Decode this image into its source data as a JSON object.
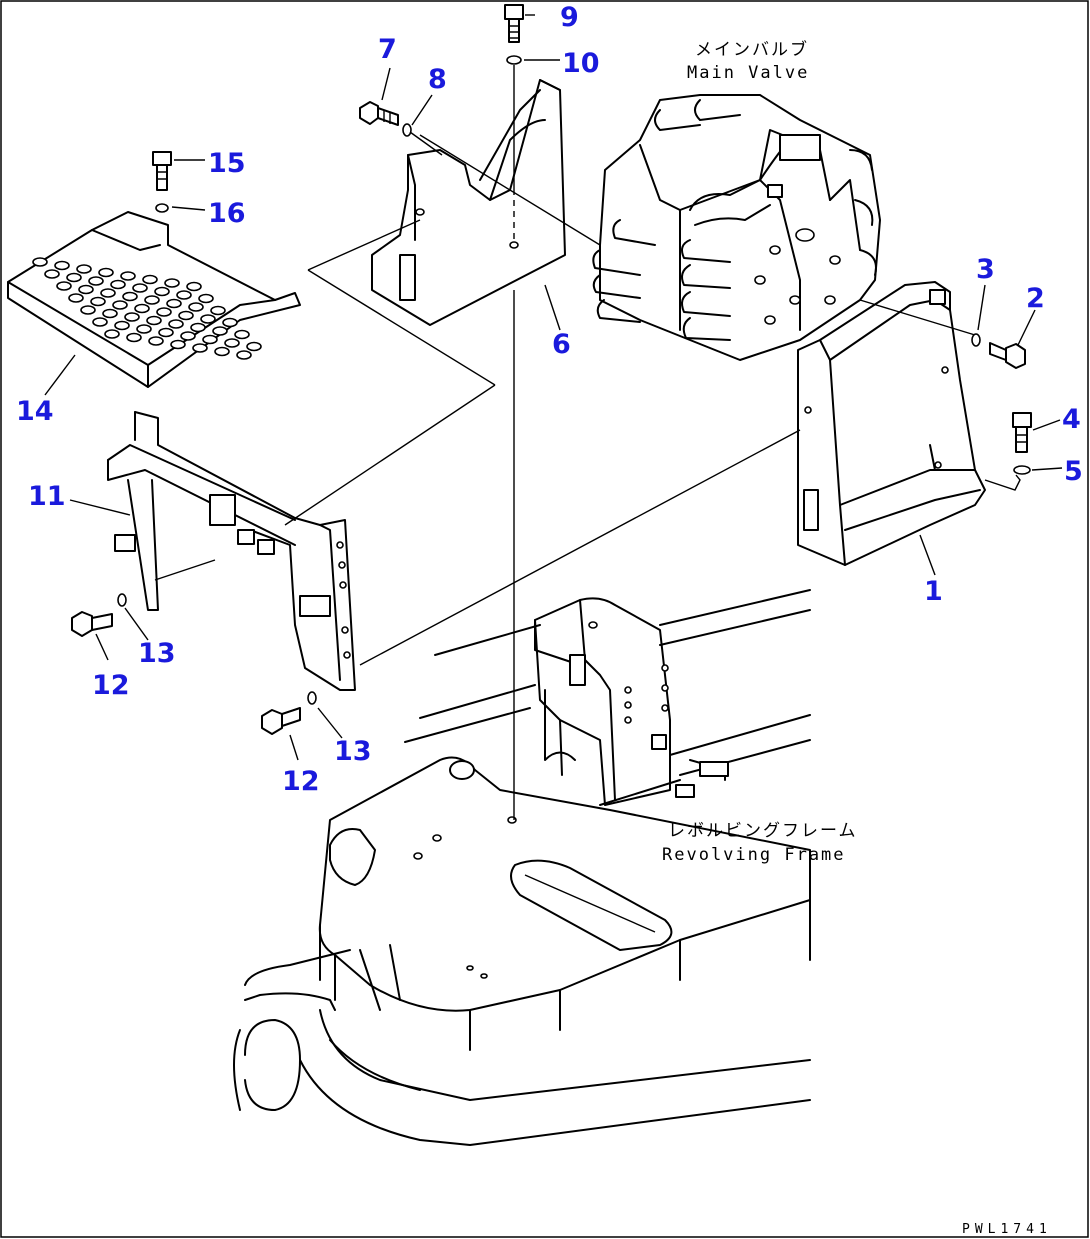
{
  "callouts": [
    "1",
    "2",
    "3",
    "4",
    "5",
    "6",
    "7",
    "8",
    "9",
    "10",
    "11",
    "12",
    "13",
    "14",
    "15",
    "16",
    "12",
    "13"
  ],
  "labels": {
    "main_valve_jp": "メインバルブ",
    "main_valve_en": "Main Valve",
    "revolving_frame_jp": "レボルビングフレーム",
    "revolving_frame_en": "Revolving Frame"
  },
  "drawing_code": "PWL1741",
  "colors": {
    "callout": "#1a1adc",
    "line": "#000000"
  }
}
